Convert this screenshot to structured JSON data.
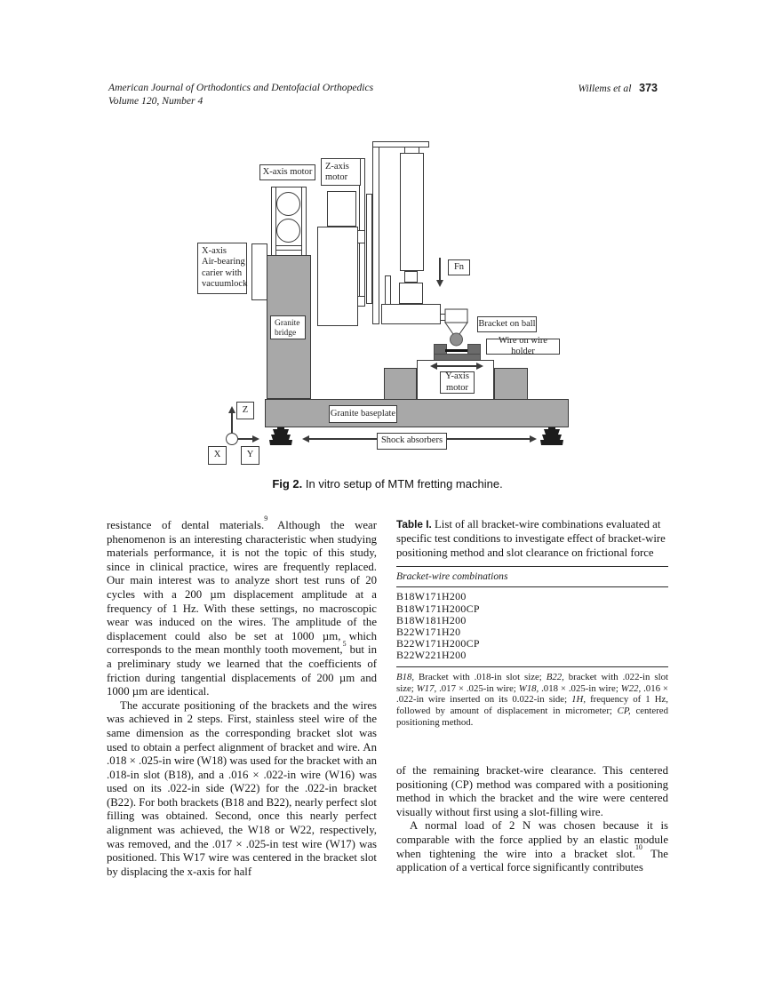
{
  "colors": {
    "granite_gray": "#a8a8a8",
    "holder_dark_gray": "#6b6b6b",
    "ball_gray": "#8f8f8f",
    "foot_black": "#1c1c1c",
    "stroke": "#3a3a3a"
  },
  "header": {
    "journal": "American Journal of Orthodontics and Dentofacial Orthopedics",
    "volume": "Volume 120, Number 4",
    "authors": "Willems et al",
    "page_number": "373"
  },
  "figure": {
    "caption": {
      "lead": "Fig 2.",
      "rest": " In vitro setup of MTM fretting machine."
    },
    "labels": {
      "x_axis_motor": "X-axis motor",
      "z_axis_motor": "Z-axis\nmotor",
      "x_carrier": "X-axis\nAir-bearing\ncarier with\nvacuumlock",
      "granite_bridge": "Granite\nbridge",
      "fn": "Fn",
      "bracket_on_ball": "Bracket on ball",
      "wire_on_wire_holder": "Wire on wire holder",
      "y_axis_motor": "Y-axis\nmotor",
      "granite_baseplate": "Granite baseplate",
      "shock_absorbers": "Shock absorbers",
      "axis_z": "Z",
      "axis_y": "Y",
      "axis_x": "X"
    }
  },
  "body": {
    "left": {
      "p1": [
        {
          "t": "resistance of dental materials."
        },
        {
          "t": "9",
          "sup": true
        },
        {
          "t": " Although the wear phenomenon is an interesting characteristic when studying materials performance, it is not the topic of this study, since in clinical practice, wires are frequently replaced. Our main interest was to analyze short test runs of 20 cycles with a 200 µm displacement amplitude at a frequency of 1 Hz. With these settings, no macroscopic wear was induced on the wires. The amplitude of the displacement could also be set at 1000 µm, which corresponds to the mean monthly tooth movement,"
        },
        {
          "t": "5",
          "sup": true
        },
        {
          "t": " but in a preliminary study we learned that the coefficients of friction during tangential displacements of 200 µm and 1000 µm are identical."
        }
      ],
      "p2": [
        {
          "t": "The accurate positioning of the brackets and the wires was achieved in 2 steps. First, stainless steel wire of the same dimension as the corresponding bracket slot was used to obtain a perfect alignment of bracket and wire. An .018 × .025-in wire (W18) was used for the bracket with an .018-in slot (B18), and a .016 × .022-in wire (W16) was used on its .022-in side (W22) for the .022-in bracket (B22). For both brackets (B18 and B22), nearly perfect slot filling was obtained. Second, once this nearly perfect alignment was achieved, the W18 or W22, respectively, was removed, and the .017 × .025-in test wire (W17) was positioned. This W17 wire was centered in the bracket slot by displacing the x-axis for half"
        }
      ]
    },
    "right": {
      "p1": [
        {
          "t": "of the remaining bracket-wire clearance. This centered positioning (CP) method was compared with a positioning method in which the bracket and the wire were centered visually without first using a slot-filling wire."
        }
      ],
      "p2": [
        {
          "t": "A normal load of 2 N was chosen because it is comparable with the force applied by an elastic module when tightening the wire into a bracket slot."
        },
        {
          "t": "10",
          "sup": true
        },
        {
          "t": " The application of a vertical force significantly contributes"
        }
      ]
    }
  },
  "table": {
    "caption": {
      "lead": "Table I.",
      "rest": " List of all bracket-wire combinations evaluated at specific test conditions to investigate effect of bracket-wire positioning method and slot clearance on frictional force"
    },
    "column_header": "Bracket-wire combinations",
    "rows": [
      "B18W171H200",
      "B18W171H200CP",
      "B18W181H200",
      "B22W171H20",
      "B22W171H200CP",
      "B22W221H200"
    ],
    "footnote": [
      {
        "t": "B18,",
        "i": true
      },
      {
        "t": " Bracket with .018-in slot size; "
      },
      {
        "t": "B22,",
        "i": true
      },
      {
        "t": " bracket with .022-in slot size; "
      },
      {
        "t": "W17,",
        "i": true
      },
      {
        "t": " .017 × .025-in wire; "
      },
      {
        "t": "W18,",
        "i": true
      },
      {
        "t": " .018 × .025-in wire; "
      },
      {
        "t": "W22,",
        "i": true
      },
      {
        "t": " .016 × .022-in wire inserted on its 0.022-in side; "
      },
      {
        "t": "1H,",
        "i": true
      },
      {
        "t": " frequency of 1 Hz, followed by amount of displacement in micrometer; "
      },
      {
        "t": "CP,",
        "i": true
      },
      {
        "t": " centered positioning method."
      }
    ]
  }
}
